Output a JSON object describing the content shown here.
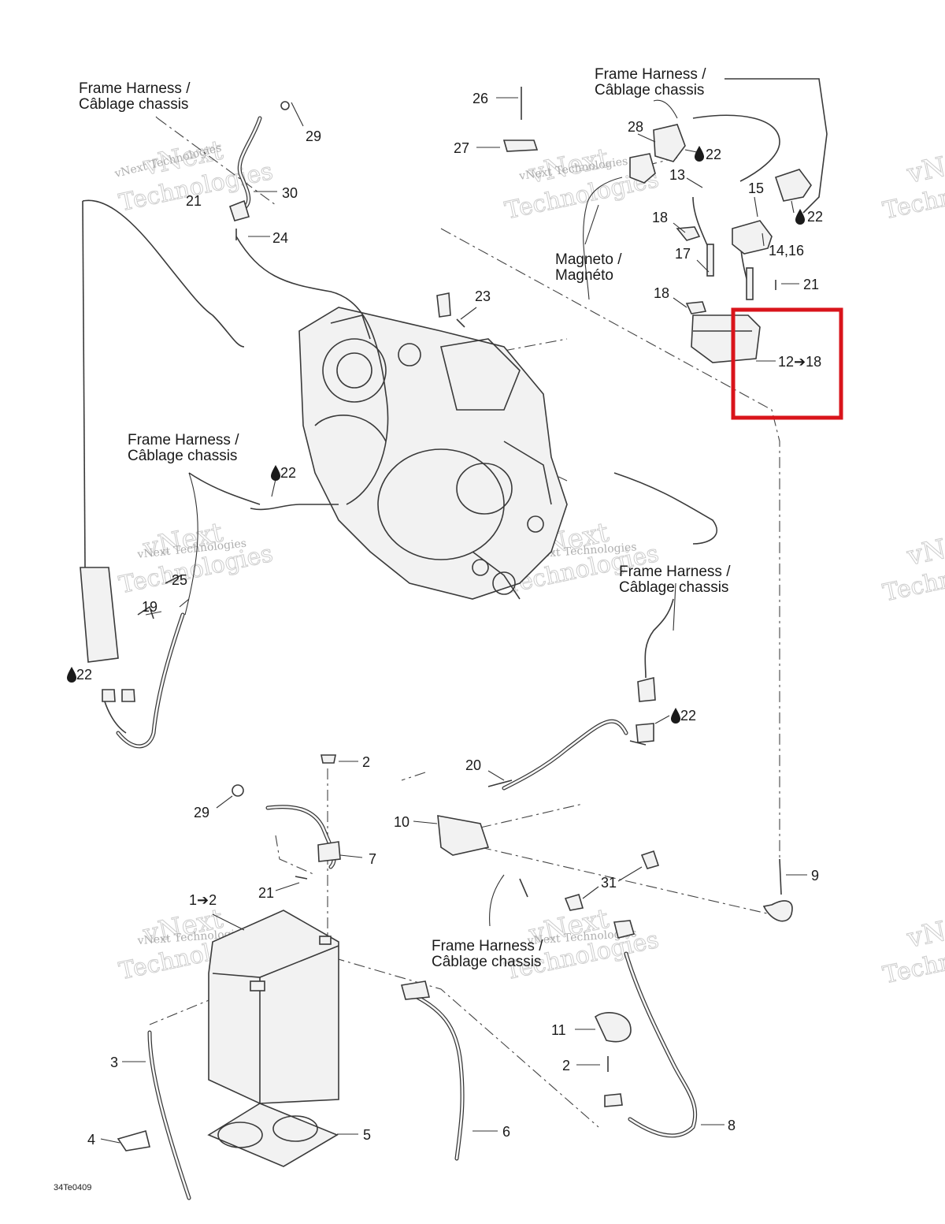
{
  "labels": {
    "harness_en": "Frame Harness /",
    "harness_fr": "Câblage chassis",
    "magneto_en": "Magneto /",
    "magneto_fr": "Magnéto",
    "figure_code": "34Te0409"
  },
  "callouts": {
    "c26": "26",
    "c27": "27",
    "c28": "28",
    "c22a": "22",
    "c13": "13",
    "c15": "15",
    "c22b": "22",
    "c18a": "18",
    "c1416": "14,16",
    "c17": "17",
    "c21a": "21",
    "c18b": "18",
    "c1218": "12➔18",
    "c29a": "29",
    "c30": "30",
    "c21b": "21",
    "c24": "24",
    "c23": "23",
    "c22c": "22",
    "c25": "25",
    "c19": "19",
    "c22d": "22",
    "c22e": "22",
    "c2a": "2",
    "c20": "20",
    "c29b": "29",
    "c10": "10",
    "c7": "7",
    "c9": "9",
    "c21c": "21",
    "c31": "31",
    "c12": "1➔2",
    "c11": "11",
    "c2b": "2",
    "c3": "3",
    "c8": "8",
    "c4": "4",
    "c5": "5",
    "c6": "6"
  },
  "watermark": {
    "line1": "vNext",
    "line2": "Technologies",
    "small": "vNext Technologies"
  },
  "highlight": {
    "color": "#d9141b"
  }
}
